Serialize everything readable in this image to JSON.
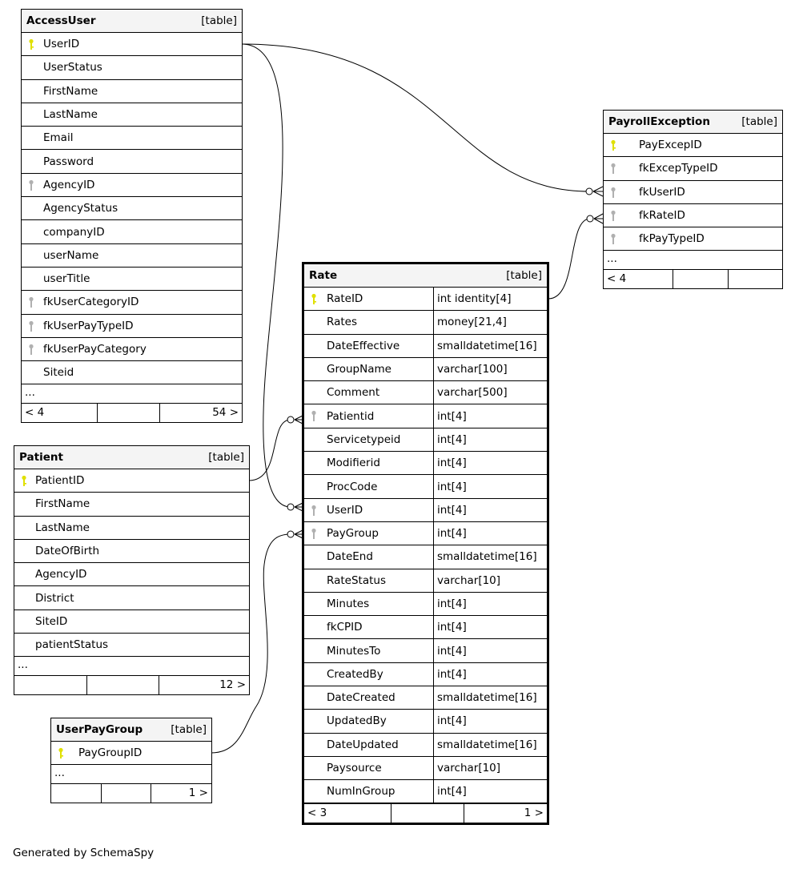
{
  "tables": [
    {
      "id": "accessuser",
      "name": "AccessUser",
      "kind": "[table]",
      "columns": [
        {
          "name": "UserID",
          "key": "pk"
        },
        {
          "name": "UserStatus"
        },
        {
          "name": "FirstName"
        },
        {
          "name": "LastName"
        },
        {
          "name": "Email"
        },
        {
          "name": "Password"
        },
        {
          "name": "AgencyID",
          "key": "fk"
        },
        {
          "name": "AgencyStatus"
        },
        {
          "name": "companyID"
        },
        {
          "name": "userName"
        },
        {
          "name": "userTitle"
        },
        {
          "name": "fkUserCategoryID",
          "key": "fk"
        },
        {
          "name": "fkUserPayTypeID",
          "key": "fk"
        },
        {
          "name": "fkUserPayCategory",
          "key": "fk"
        },
        {
          "name": "Siteid"
        }
      ],
      "more": "...",
      "footer": [
        "< 4",
        "",
        "54 >"
      ]
    },
    {
      "id": "patient",
      "name": "Patient",
      "kind": "[table]",
      "columns": [
        {
          "name": "PatientID",
          "key": "pk"
        },
        {
          "name": "FirstName"
        },
        {
          "name": "LastName"
        },
        {
          "name": "DateOfBirth"
        },
        {
          "name": "AgencyID"
        },
        {
          "name": "District"
        },
        {
          "name": "SiteID"
        },
        {
          "name": "patientStatus"
        }
      ],
      "more": "...",
      "footer": [
        "",
        "",
        "12 >"
      ]
    },
    {
      "id": "userpaygroup",
      "name": "UserPayGroup",
      "kind": "[table]",
      "columns": [
        {
          "name": "PayGroupID",
          "key": "pk"
        }
      ],
      "more": "...",
      "footer": [
        "",
        "",
        "1 >"
      ]
    },
    {
      "id": "rate",
      "name": "Rate",
      "kind": "[table]",
      "columns": [
        {
          "name": "RateID",
          "type": "int identity[4]",
          "key": "pk"
        },
        {
          "name": "Rates",
          "type": "money[21,4]"
        },
        {
          "name": "DateEffective",
          "type": "smalldatetime[16]"
        },
        {
          "name": "GroupName",
          "type": "varchar[100]"
        },
        {
          "name": "Comment",
          "type": "varchar[500]"
        },
        {
          "name": "Patientid",
          "type": "int[4]",
          "key": "fk"
        },
        {
          "name": "Servicetypeid",
          "type": "int[4]"
        },
        {
          "name": "Modifierid",
          "type": "int[4]"
        },
        {
          "name": "ProcCode",
          "type": "int[4]"
        },
        {
          "name": "UserID",
          "type": "int[4]",
          "key": "fk"
        },
        {
          "name": "PayGroup",
          "type": "int[4]",
          "key": "fk"
        },
        {
          "name": "DateEnd",
          "type": "smalldatetime[16]"
        },
        {
          "name": "RateStatus",
          "type": "varchar[10]"
        },
        {
          "name": "Minutes",
          "type": "int[4]"
        },
        {
          "name": "fkCPID",
          "type": "int[4]"
        },
        {
          "name": "MinutesTo",
          "type": "int[4]"
        },
        {
          "name": "CreatedBy",
          "type": "int[4]"
        },
        {
          "name": "DateCreated",
          "type": "smalldatetime[16]"
        },
        {
          "name": "UpdatedBy",
          "type": "int[4]"
        },
        {
          "name": "DateUpdated",
          "type": "smalldatetime[16]"
        },
        {
          "name": "Paysource",
          "type": "varchar[10]"
        },
        {
          "name": "NumInGroup",
          "type": "int[4]"
        }
      ],
      "footer": [
        "< 3",
        "",
        "1 >"
      ]
    },
    {
      "id": "payrollexception",
      "name": "PayrollException",
      "kind": "[table]",
      "columns": [
        {
          "name": "PayExcepID",
          "key": "pk"
        },
        {
          "name": "fkExcepTypeID",
          "key": "fk"
        },
        {
          "name": "fkUserID",
          "key": "fk"
        },
        {
          "name": "fkRateID",
          "key": "fk"
        },
        {
          "name": "fkPayTypeID",
          "key": "fk"
        }
      ],
      "more": "...",
      "footer": [
        "< 4",
        "",
        ""
      ]
    }
  ],
  "colors": {
    "pk": "#e0e000",
    "fk": "#b0b0b0"
  },
  "credit": "Generated by SchemaSpy"
}
